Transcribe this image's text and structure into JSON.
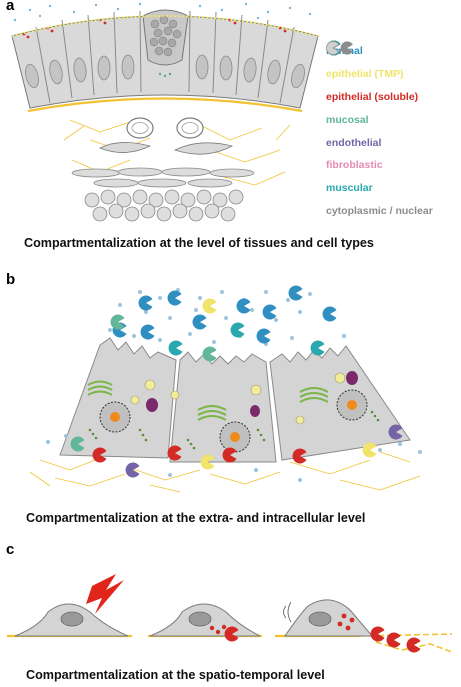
{
  "panels": [
    {
      "label": "a",
      "caption": "Compartmentalization at the level of tissues and cell types"
    },
    {
      "label": "b",
      "caption": "Compartmentalization at the extra- and intracellular level"
    },
    {
      "label": "c",
      "caption": "Compartmentalization at the spatio-temporal level"
    }
  ],
  "legend": [
    {
      "text": "luminal",
      "color": "#2f8fc1"
    },
    {
      "text": "epithelial (TMP)",
      "color": "#f0e46a"
    },
    {
      "text": "epithelial (soluble)",
      "color": "#d32a25"
    },
    {
      "text": "mucosal",
      "color": "#62b79a"
    },
    {
      "text": "endothelial",
      "color": "#7464a7"
    },
    {
      "text": "fibroblastic",
      "color": "#e58ab0"
    },
    {
      "text": "muscular",
      "color": "#29a8ad"
    },
    {
      "text": "cytoplasmic / nuclear",
      "color": "#8c8c8c"
    }
  ]
}
